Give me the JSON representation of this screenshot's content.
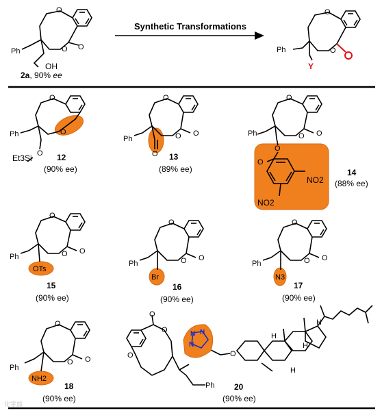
{
  "header": {
    "arrow_label": "Synthetic Transformations",
    "start_compound": "2a",
    "start_ee": ", 90% ",
    "ee_italic": "ee",
    "start_substituent": "OH",
    "product_variable": "Y"
  },
  "compounds": [
    {
      "id": "12",
      "ee": "(90% ee)",
      "substituent": "Et3Si"
    },
    {
      "id": "13",
      "ee": "(89% ee)"
    },
    {
      "id": "14",
      "ee": "(88% ee)",
      "groups": [
        "NO2",
        "NO2"
      ]
    },
    {
      "id": "15",
      "ee": "(90% ee)",
      "substituent": "OTs"
    },
    {
      "id": "16",
      "ee": "(90% ee)",
      "substituent": "Br"
    },
    {
      "id": "17",
      "ee": "(90% ee)",
      "substituent": "N3"
    },
    {
      "id": "18",
      "ee": "(90% ee)",
      "substituent": "NH2"
    },
    {
      "id": "20",
      "ee": "(90% ee)"
    }
  ],
  "atoms": {
    "oxygen": "O",
    "phenyl": "Ph",
    "hydrogen": "H",
    "nitrogen": "N"
  },
  "colors": {
    "highlight": "#f07f1e",
    "highlight_edge": "#d86a10",
    "change_red": "#e01010",
    "triazole_blue": "#1a2fc4",
    "divider": "#000000"
  },
  "watermark": "化学加"
}
